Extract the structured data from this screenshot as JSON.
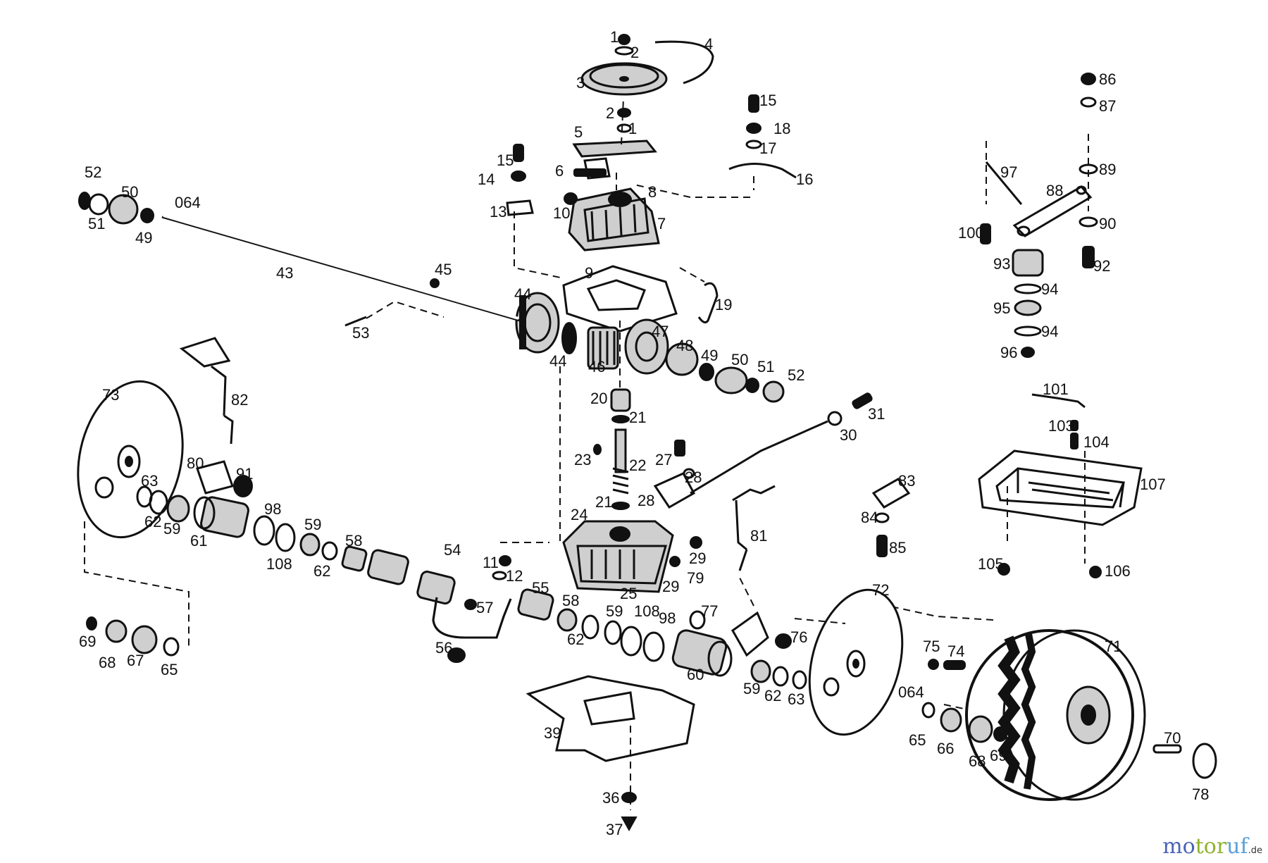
{
  "diagram": {
    "callouts": [
      "1",
      "2",
      "3",
      "4",
      "5",
      "6",
      "7",
      "8",
      "9",
      "10",
      "11",
      "12",
      "13",
      "14",
      "15",
      "16",
      "17",
      "18",
      "19",
      "20",
      "21",
      "22",
      "23",
      "24",
      "25",
      "27",
      "28",
      "29",
      "30",
      "31",
      "36",
      "37",
      "39",
      "43",
      "44",
      "45",
      "46",
      "47",
      "48",
      "49",
      "50",
      "51",
      "52",
      "53",
      "54",
      "55",
      "56",
      "57",
      "58",
      "59",
      "60",
      "61",
      "62",
      "63",
      "064",
      "65",
      "66",
      "67",
      "68",
      "69",
      "70",
      "71",
      "72",
      "73",
      "74",
      "75",
      "76",
      "77",
      "78",
      "79",
      "80",
      "81",
      "82",
      "83",
      "84",
      "85",
      "86",
      "87",
      "88",
      "89",
      "90",
      "91",
      "92",
      "93",
      "94",
      "95",
      "96",
      "97",
      "98",
      "100",
      "101",
      "103",
      "104",
      "105",
      "106",
      "107",
      "108"
    ]
  },
  "watermark": {
    "part1": "mo",
    "part2": "tor",
    "part3": "uf",
    "tld": ".de"
  }
}
